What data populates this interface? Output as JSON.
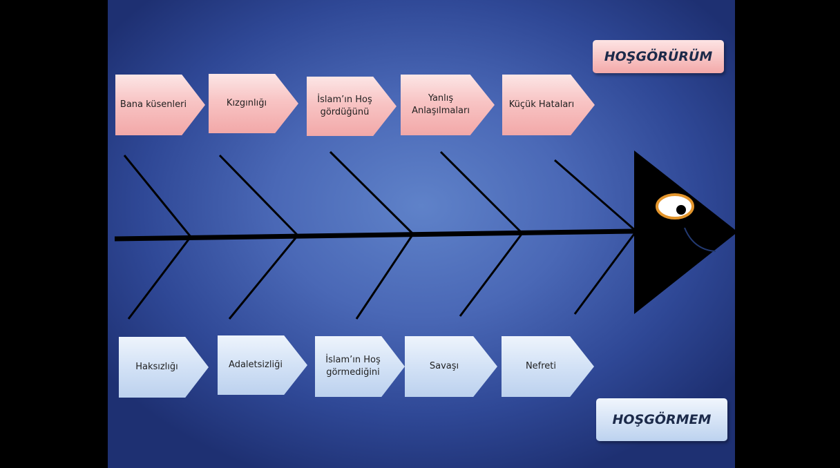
{
  "diagram": {
    "top_label": "HOŞGÖRÜRÜM",
    "bottom_label": "HOŞGÖRMEM",
    "top_items": [
      {
        "label": "Bana küsenleri"
      },
      {
        "label": "Kızgınlığı"
      },
      {
        "label": "İslam’ın Hoş gördüğünü"
      },
      {
        "label": "Yanlış Anlaşılmaları"
      },
      {
        "label": "Küçük Hataları"
      }
    ],
    "bottom_items": [
      {
        "label": "Haksızlığı"
      },
      {
        "label": "Adaletsizliği"
      },
      {
        "label": "İslam’ın Hoş görmediğini"
      },
      {
        "label": "Savaşı"
      },
      {
        "label": "Nefreti"
      }
    ]
  },
  "colors": {
    "top_box": "#f6b6b6",
    "bottom_box": "#cfdff4",
    "background": "#4a68b6",
    "fish": "#000000",
    "eye_ring": "#e3952c"
  }
}
